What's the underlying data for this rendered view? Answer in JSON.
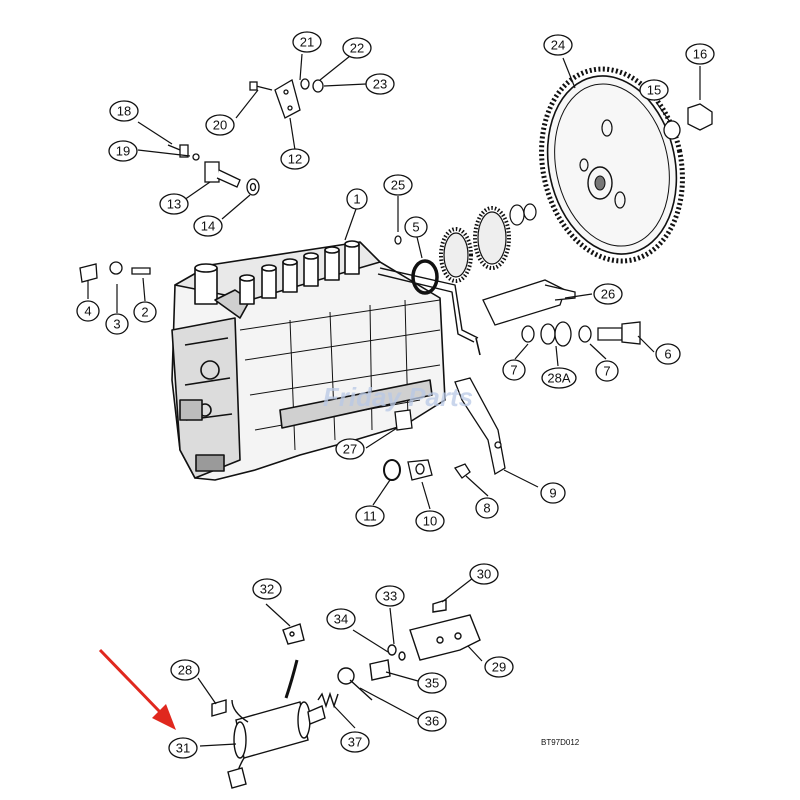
{
  "diagram": {
    "drawing_code": "BT97D012",
    "watermark": "Friday Parts",
    "arrow_color": "#e0281e",
    "line_color": "#111111",
    "callouts": [
      "1",
      "2",
      "3",
      "4",
      "5",
      "6",
      "7",
      "7",
      "8",
      "9",
      "10",
      "11",
      "12",
      "13",
      "14",
      "15",
      "16",
      "18",
      "19",
      "20",
      "21",
      "22",
      "23",
      "24",
      "25",
      "26",
      "27",
      "28",
      "28A",
      "29",
      "30",
      "31",
      "32",
      "33",
      "34",
      "35",
      "36",
      "37"
    ]
  }
}
